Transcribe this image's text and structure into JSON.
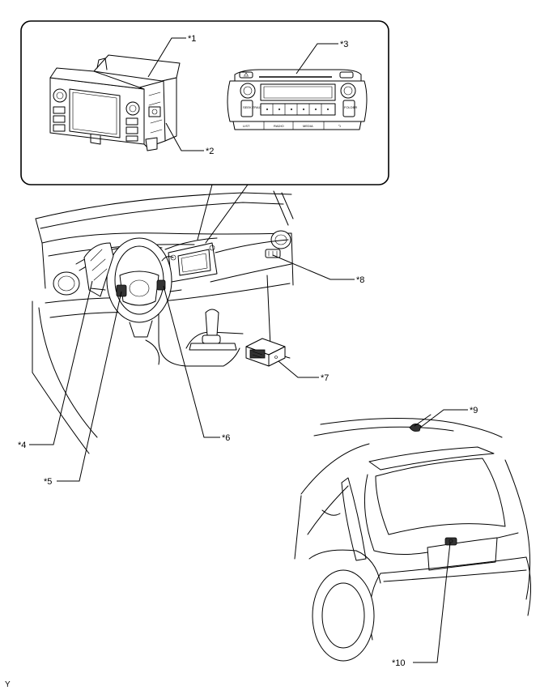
{
  "callouts": {
    "c1": "*1",
    "c2": "*2",
    "c3": "*3",
    "c4": "*4",
    "c5": "*5",
    "c6": "*6",
    "c7": "*7",
    "c8": "*8",
    "c9": "*9",
    "c10": "*10"
  },
  "radio_panel": {
    "key_list": "LIST",
    "key_radio": "RADIO",
    "key_media": "MEDIA",
    "key_back": "⮌",
    "seek_label": "SEEK TRACK",
    "folder_label": "FOLDER"
  },
  "figure_code": "Y"
}
